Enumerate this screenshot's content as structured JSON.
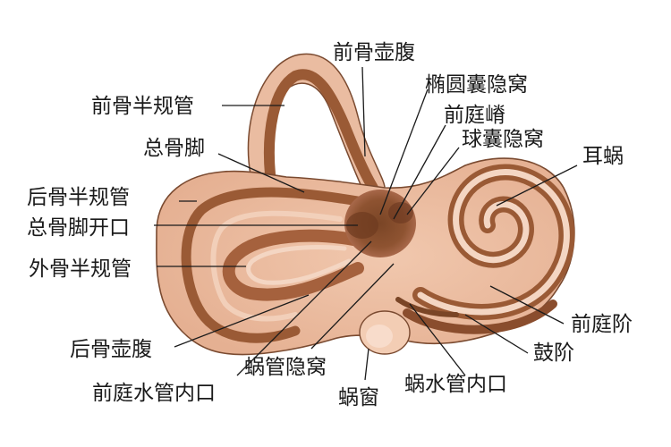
{
  "labels": {
    "anterior_bony_ampulla": "前骨壶腹",
    "anterior_semicircular_canal": "前骨半规管",
    "elliptical_recess": "椭圆囊隐窝",
    "vestibular_crest": "前庭嵴",
    "common_crus": "总骨脚",
    "spherical_recess": "球囊隐窝",
    "cochlea": "耳蜗",
    "posterior_semicircular_canal": "后骨半规管",
    "common_crus_opening": "总骨脚开口",
    "lateral_semicircular_canal": "外骨半规管",
    "scala_vestibuli": "前庭阶",
    "posterior_bony_ampulla": "后骨壶腹",
    "scala_tympani": "鼓阶",
    "cochlear_recess": "蜗管隐窝",
    "vestibular_aqueduct_opening": "前庭水管内口",
    "cochlear_canaliculus_opening": "蜗水管内口",
    "cochlear_window": "蜗窗"
  },
  "colors": {
    "bone_light": "#f3d2bd",
    "bone_mid": "#e7b396",
    "canal_dark": "#9a5a35",
    "canal_deep": "#6e3a1f",
    "outline": "#7a4a30"
  }
}
